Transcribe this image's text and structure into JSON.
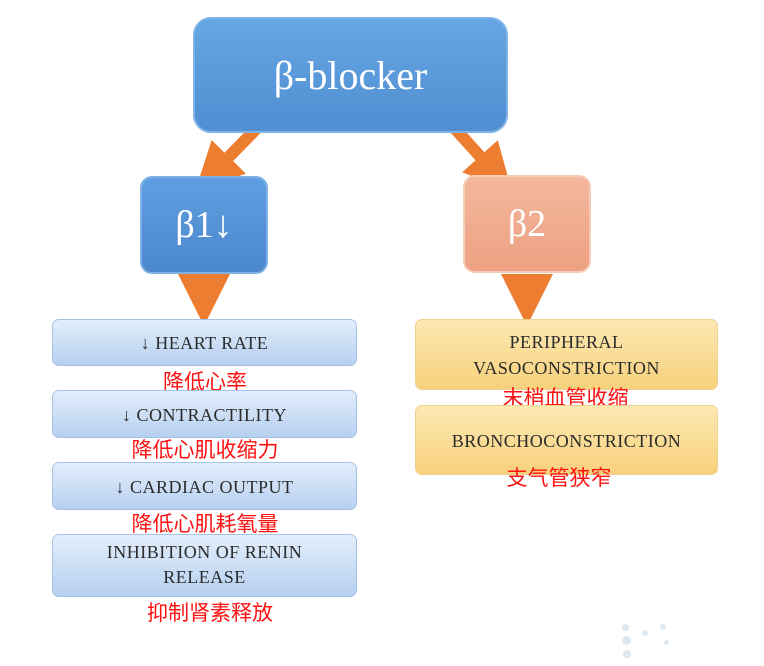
{
  "top": {
    "label": "β-blocker"
  },
  "beta1": {
    "label": "β1↓"
  },
  "beta2": {
    "label": "β2"
  },
  "beta1_effects": [
    {
      "en": "↓ HEART RATE",
      "zh": "降低心率"
    },
    {
      "en": "↓ CONTRACTILITY",
      "zh": "降低心肌收缩力"
    },
    {
      "en": "↓ CARDIAC OUTPUT",
      "zh": "降低心肌耗氧量"
    },
    {
      "en_line1": "INHIBITION OF RENIN",
      "en_line2": "RELEASE",
      "zh": "抑制肾素释放"
    }
  ],
  "beta2_effects": [
    {
      "en_line1": "PERIPHERAL",
      "en_line2": "VASOCONSTRICTION",
      "zh": "末梢血管收缩"
    },
    {
      "en": "BRONCHOCONSTRICTION",
      "zh": "支气管狭窄"
    }
  ],
  "colors": {
    "main_blue": "#5b9bd5",
    "beta2_salmon": "#f4b183",
    "effect_blue": "#bdd7ee",
    "effect_gold": "#ffd966",
    "arrow_orange": "#ed7d31",
    "chinese_red": "#ff0000"
  }
}
